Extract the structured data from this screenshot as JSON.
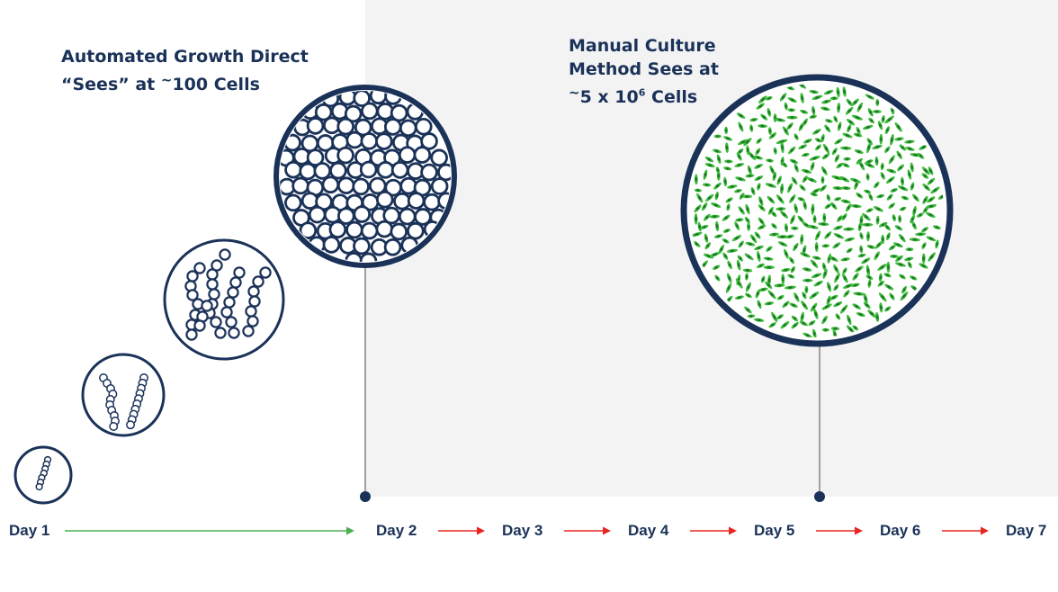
{
  "left_caption": {
    "line1": "Automated Growth Direct",
    "line2_prefix": "“Sees” at ",
    "line2_tilde": "~",
    "line2_suffix": "100 Cells"
  },
  "right_caption": {
    "line1": "Manual Culture",
    "line2": "Method Sees at",
    "line3_tilde": "~",
    "line3_prefix": "5 x 10",
    "line3_exponent": "6",
    "line3_suffix": " Cells"
  },
  "timeline": {
    "days": [
      "Day 1",
      "Day 2",
      "Day 3",
      "Day 4",
      "Day 5",
      "Day 6",
      "Day 7"
    ],
    "automated_detection_day": "Day 2",
    "manual_detection_day": "Day 5"
  },
  "colors": {
    "navy": "#1b3258",
    "panel_bg": "#f3f3f4",
    "green_arrow": "#4caf50",
    "red_arrow": "#e8251f",
    "bacteria_green": "#3dbb3a",
    "pin_line": "#a0a0a0"
  }
}
